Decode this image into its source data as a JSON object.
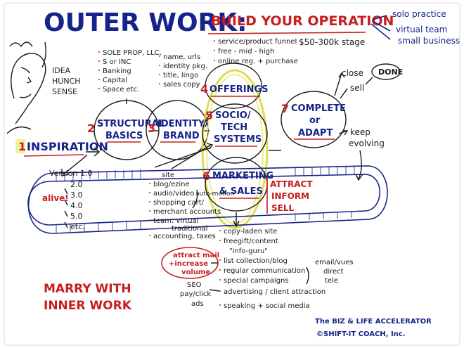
{
  "header": {
    "title": "OUTER WORK:",
    "subtitle": "BUILD YOUR OPERATION",
    "stage": "$50-300k stage",
    "right_notes": [
      "solo practice",
      "virtual team",
      "small business"
    ]
  },
  "person_notes": [
    "IDEA",
    "HUNCH",
    "SENSE"
  ],
  "steps": [
    {
      "num": "1",
      "label": "INSPIRATION"
    },
    {
      "num": "2",
      "label_lines": [
        "STRUCTURAL",
        "BASICS"
      ]
    },
    {
      "num": "3",
      "label_lines": [
        "IDENTITY/",
        "BRAND"
      ]
    },
    {
      "num": "4",
      "label": "OFFERINGS"
    },
    {
      "num": "5",
      "label_lines": [
        "SOCIO/",
        "TECH",
        "SYSTEMS"
      ]
    },
    {
      "num": "6",
      "label_lines": [
        "MARKETING",
        "& SALES"
      ]
    },
    {
      "num": "7",
      "label_lines": [
        "COMPLETE",
        "or",
        "ADAPT"
      ]
    }
  ],
  "structural_notes": [
    "SOLE PROP, LLC,",
    "S or INC",
    "Banking",
    "Capital",
    "Space etc."
  ],
  "identity_notes": [
    "name, urls",
    "identity pkg.",
    "title, lingo",
    "sales copy"
  ],
  "offerings_notes": [
    "service/product funnel",
    "free - mid - high",
    "online reg. + purchase"
  ],
  "complete_notes": [
    "close",
    "sell"
  ],
  "done_label": "DONE",
  "keep_evolving": [
    "keep",
    "evolving"
  ],
  "versions": [
    "Version 1.0",
    "2.0",
    "3.0",
    "4.0",
    "5.0",
    "etc."
  ],
  "alive_label": "alive!",
  "systems_notes": [
    "site",
    "blog/ezine",
    "audio/video",
    "shopping cart/",
    "merchant accounts",
    "team: virtual",
    "traditional",
    "accounting, taxes"
  ],
  "auto_label": "auto-mation",
  "attract_notes": [
    "ATTRACT",
    "INFORM",
    "SELL"
  ],
  "marketing_notes": [
    "copy-laden site",
    "freegift/content",
    "\"info-guru\"",
    "list collection/blog",
    "regular communication",
    "special campaigns",
    "advertising / client attraction",
    "speaking + social media"
  ],
  "channel_notes": [
    "email/vues",
    "direct",
    "tele"
  ],
  "seo_notes": [
    "SEO",
    "pay/click",
    "ads"
  ],
  "attract_volume": [
    "attract mail",
    "+increase",
    "volume"
  ],
  "marry": [
    "MARRY WITH",
    "INNER WORK"
  ],
  "credit": [
    "The BIZ & LIFE ACCELERATOR",
    "©SHIFT-IT COACH, Inc."
  ],
  "colors": {
    "navy": "#15238a",
    "red": "#c81e1e",
    "ink": "#1a1a1a",
    "highlight": "#e6e34a"
  }
}
